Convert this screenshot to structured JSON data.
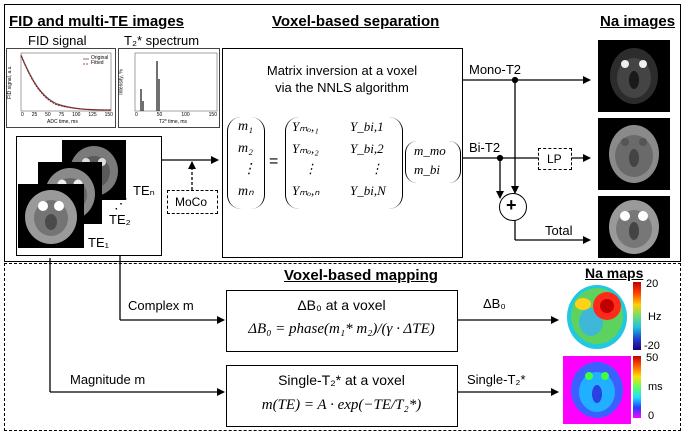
{
  "sections": {
    "fid_title": "FID and multi-TE images",
    "voxel_sep_title": "Voxel-based separation",
    "na_images_title": "Na images",
    "voxel_map_title": "Voxel-based mapping",
    "na_maps_title": "Na maps"
  },
  "fid_plot": {
    "title": "FID signal",
    "xlabel": "ADC time, ms",
    "ylabel": "FID signal, a.u.",
    "legend": [
      "Original",
      "Fitted"
    ],
    "xticks": [
      "0",
      "25",
      "50",
      "75",
      "100",
      "125",
      "150"
    ]
  },
  "t2_plot": {
    "title": "T₂* spectrum",
    "xlabel": "T2* time, ms",
    "ylabel": "Intensity, %",
    "xticks": [
      "0",
      "50",
      "100",
      "150"
    ],
    "yticks": [
      "0",
      "20",
      "40",
      "60",
      "80",
      "100"
    ]
  },
  "te_labels": {
    "te1": "TE₁",
    "te2": "TE₂",
    "ten": "TEₙ",
    "dots": "⋰"
  },
  "moco": "MoCo",
  "lp": "LP",
  "plus": "+",
  "matrix_box": {
    "line1": "Matrix inversion at a voxel",
    "line2": "via the NNLS algorithm",
    "m_vector": [
      "m₁",
      "m₂",
      "⋮",
      "mₙ"
    ],
    "equals": "=",
    "y_left": [
      "Yₘₒ,₁",
      "Yₘₒ,₂",
      "⋮",
      "Yₘₒ,ₙ"
    ],
    "y_right": [
      "Y_bi,1",
      "Y_bi,2",
      "⋮",
      "Y_bi,N"
    ],
    "rhs": [
      "m_mo",
      "m_bi"
    ]
  },
  "outputs": {
    "mono": "Mono-T2",
    "bi": "Bi-T2",
    "total": "Total"
  },
  "delta_box": {
    "title": "ΔB₀ at a voxel",
    "formula": "ΔB₀ = phase(m₁* m₂)/(γ · ΔTE)"
  },
  "single_box": {
    "title": "Single-T₂* at a voxel",
    "formula": "m(TE) = A · exp(−TE/T₂*)"
  },
  "inputs": {
    "complex": "Complex  m",
    "magnitude": "Magnitude m"
  },
  "map_labels": {
    "delta": "ΔB₀",
    "single": "Single-T₂*"
  },
  "colorbar_b0": {
    "max": "20",
    "unit": "Hz",
    "min": "-20"
  },
  "colorbar_t2": {
    "max": "50",
    "unit": "ms",
    "min": "0"
  }
}
